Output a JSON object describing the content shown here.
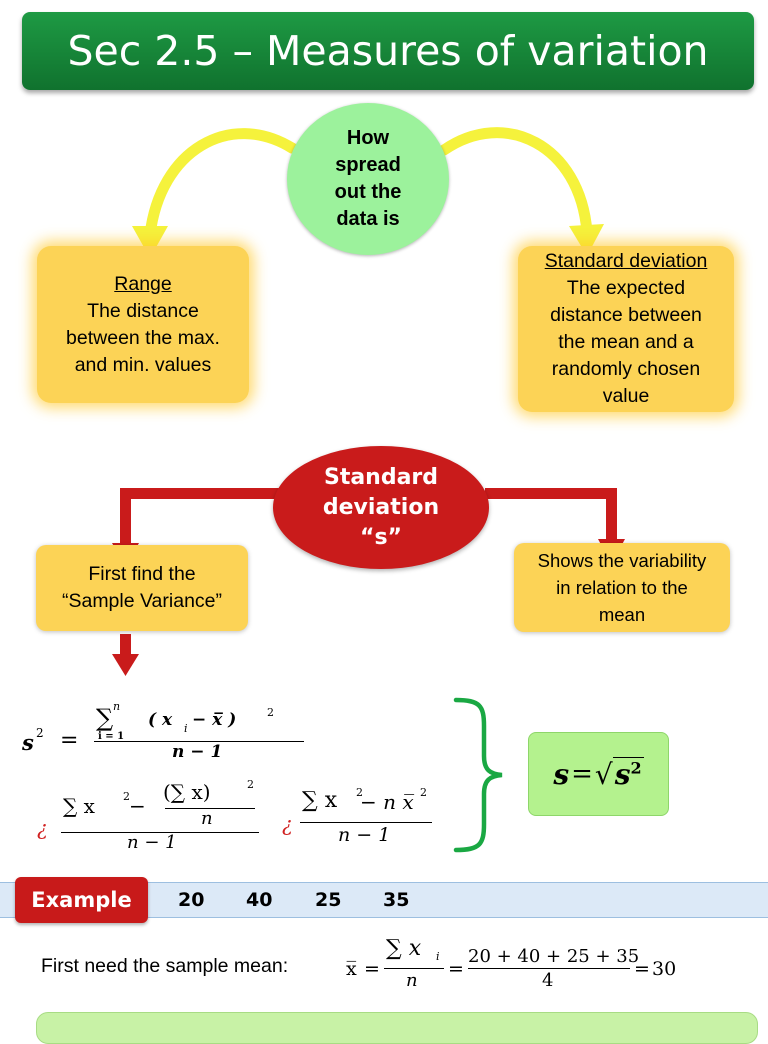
{
  "title": "Sec 2.5 – Measures of variation",
  "center_question": [
    "How",
    "spread",
    "out the",
    "data is"
  ],
  "range_box": {
    "heading": "Range",
    "lines": [
      "The distance",
      "between the max.",
      "and min. values"
    ]
  },
  "std_box": {
    "heading": "Standard deviation",
    "lines": [
      "The expected",
      "distance between",
      "the mean and a",
      "randomly chosen",
      "value"
    ]
  },
  "std_ellipse": [
    "Standard",
    "deviation",
    "“s”"
  ],
  "left_box": [
    "First find the",
    "“Sample Variance”"
  ],
  "right_box": [
    "Shows the variability",
    "in relation to the",
    "mean"
  ],
  "formula": {
    "s2": "s",
    "sup2": "2",
    "eq": "=",
    "sum_top": "n",
    "sum_bottom": "i = 1",
    "sum_sym": "∑",
    "term": "( x",
    "sub_i": "i",
    "minus_xbar": " − x̅ )",
    "denominator": "n − 1",
    "alt_marker": "¿",
    "alt1_numer_a": "∑ x",
    "alt1_numer_b": " − ",
    "alt1_inner": "(∑ x)",
    "alt1_inner_den": "n",
    "alt1_den": "n − 1",
    "alt2_numer": "∑ x",
    "alt2_numer_b": " − n x̅",
    "alt2_den": "n − 1",
    "result_lhs": "s",
    "result_eq": "=",
    "result_root": "√",
    "result_rhs": "s",
    "result_sup": "2"
  },
  "example": {
    "label": "Example",
    "values": [
      "20",
      "40",
      "25",
      "35"
    ]
  },
  "mean_step": {
    "text": "First need the sample mean:",
    "lhs": "x̅",
    "eq1": "=",
    "numer_sym": "∑ x",
    "numer_sub": "i",
    "denom": "n",
    "eq2": "=",
    "sum_expr": "20 + 40 + 25 + 35",
    "count": "4",
    "eq3": "=",
    "result": "30"
  },
  "colors": {
    "title_green": "#1e9a44",
    "circle_green": "#9cf29c",
    "box_yellow": "#fcd356",
    "arrow_yellow": "#f5f23c",
    "red": "#c91b1b",
    "brace_green": "#1aa843",
    "result_green": "#b4f28e"
  },
  "icons": [
    "curved-arrow-left-icon",
    "curved-arrow-right-icon",
    "red-elbow-arrow-icon",
    "curly-brace-icon"
  ]
}
